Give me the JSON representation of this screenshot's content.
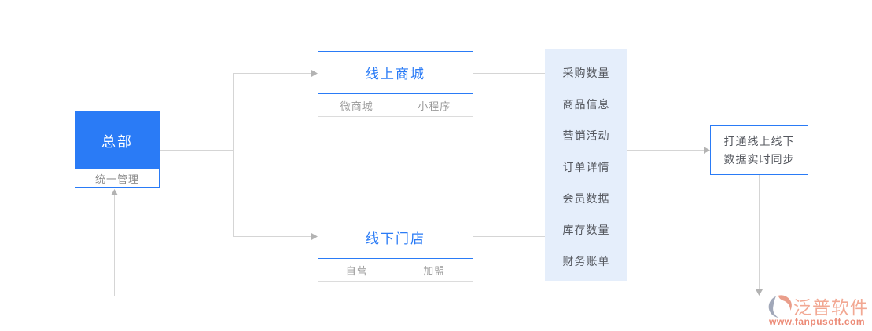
{
  "colors": {
    "primary_blue": "#2A7BF6",
    "line_gray": "#D5D5D5",
    "arrow_gray": "#B3B3B3",
    "cell_border_gray": "#DCDCDC",
    "muted_text": "#999999",
    "dark_text": "#54575E",
    "panel_bg": "#E5EEFB",
    "logo_salmon": "#F2A893",
    "logo_url_color": "#EC8A76"
  },
  "hq": {
    "title": "总部",
    "subtitle": "统一管理"
  },
  "online": {
    "title": "线上商城",
    "channels": [
      "微商城",
      "小程序"
    ]
  },
  "offline": {
    "title": "线下门店",
    "channels": [
      "自营",
      "加盟"
    ]
  },
  "panel": {
    "items": [
      "采购数量",
      "商品信息",
      "营销活动",
      "订单详情",
      "会员数据",
      "库存数量",
      "财务账单"
    ]
  },
  "result": {
    "line1": "打通线上线下",
    "line2": "数据实时同步"
  },
  "logo": {
    "name": "泛普软件",
    "url": "www.fanpusoft.com"
  }
}
